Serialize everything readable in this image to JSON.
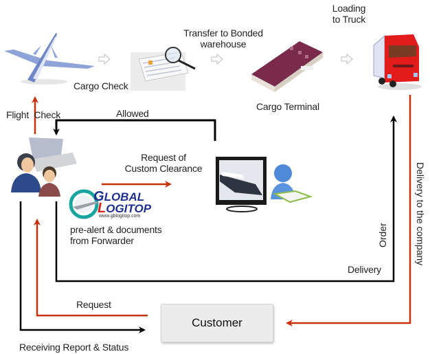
{
  "steps": {
    "cargo_check": "Cargo Check",
    "transfer_line1": "Transfer to Bonded",
    "transfer_line2": "warehouse",
    "cargo_terminal": "Cargo Terminal",
    "loading_line1": "Loading",
    "loading_line2": "to Truck"
  },
  "flow_labels": {
    "flight_check": "Flight  Check",
    "allowed": "Allowed",
    "custom_clearance_line1": "Request of",
    "custom_clearance_line2": "Custom Clearance",
    "prealert_line1": "pre-alert & documents",
    "prealert_line2": "from Forwarder",
    "order": "Order",
    "delivery": "Delivery",
    "delivery_to_company": "Delivery to the company",
    "request": "Request",
    "receiving_report": "Receiving Report & Status"
  },
  "customer": {
    "label": "Customer"
  },
  "logo": {
    "line1_initial": "G",
    "line1_rest": "LOBAL",
    "line2_initial": "L",
    "line2_rest": "OGITOP",
    "url": "www.gblogitop.com"
  },
  "colors": {
    "red_flow": "#c8300a",
    "black_flow": "#000000",
    "logo_blue": "#1f2f8f",
    "logo_red": "#d8201c",
    "logo_teal": "#1aa6a0"
  }
}
